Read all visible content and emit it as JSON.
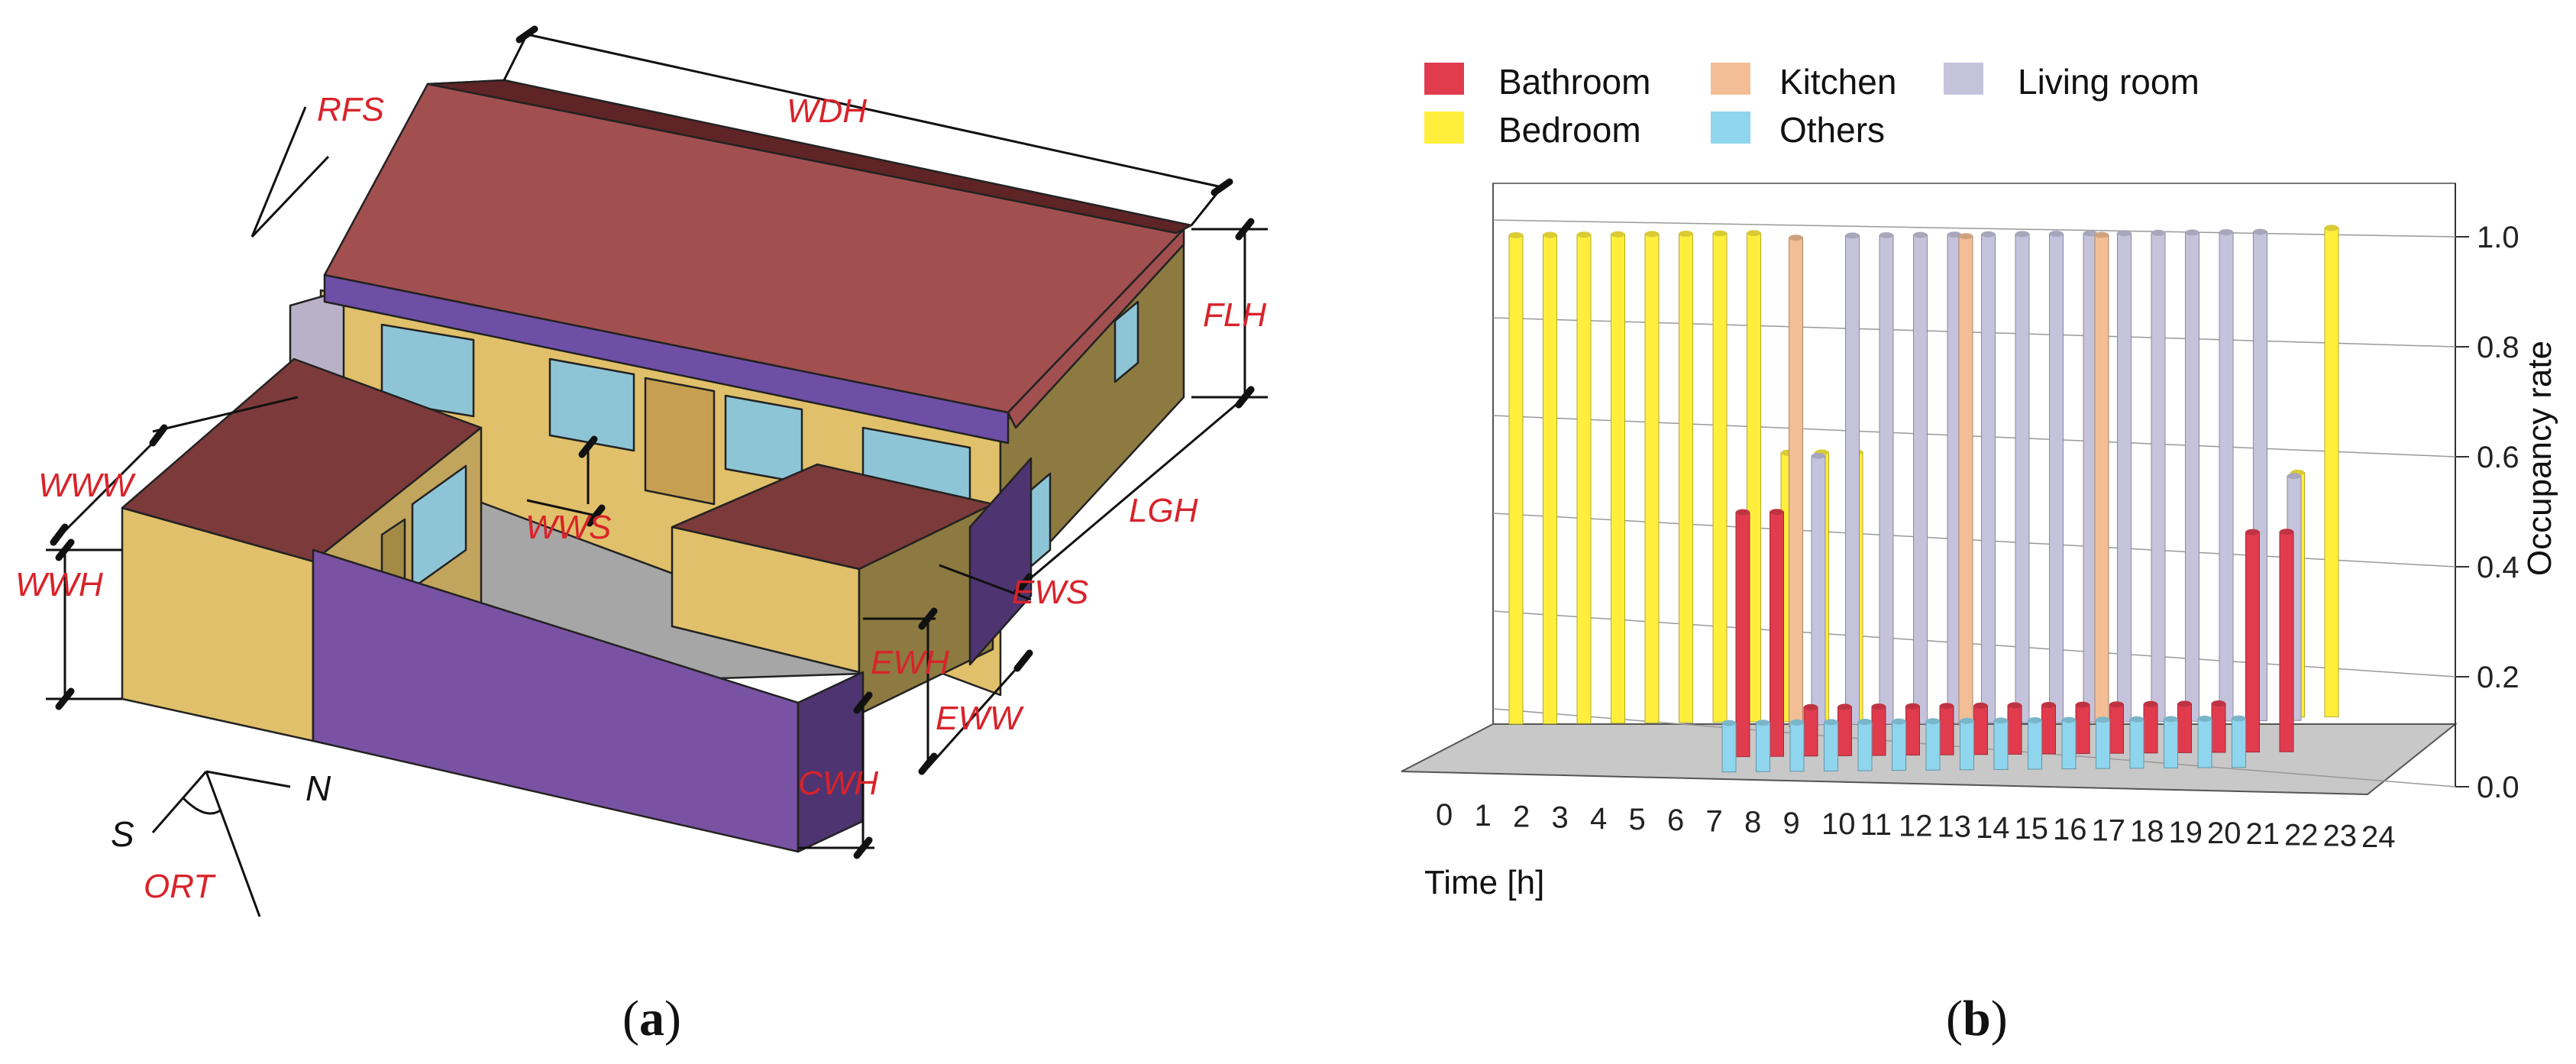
{
  "panel_a": {
    "label": "a",
    "dimension_labels": {
      "wdh": "WDH",
      "rfs": "RFS",
      "flh": "FLH",
      "www": "WWW",
      "wwh": "WWH",
      "wws": "WWS",
      "lgh": "LGH",
      "ews": "EWS",
      "ewh": "EWH",
      "eww": "EWW",
      "cwh": "CWH",
      "ort": "ORT"
    },
    "compass": {
      "north": "N",
      "south": "S"
    },
    "colors": {
      "roof": "#a24f50",
      "roof_dark": "#5e2426",
      "wall_tan": "#e0c06a",
      "wall_tan_dark": "#8c7a40",
      "wall_purple": "#7a52a4",
      "wall_purple_dark": "#4e3470",
      "glass": "#8ec5d6",
      "floor": "#a6a6a6",
      "label_red": "#d8232a"
    }
  },
  "panel_b": {
    "label": "b",
    "chart_data": {
      "type": "bar",
      "title": "",
      "xlabel": "Time [h]",
      "ylabel": "Occupancy rate",
      "x_categories": [
        "0",
        "1",
        "2",
        "3",
        "4",
        "5",
        "6",
        "7",
        "8",
        "9",
        "10",
        "11",
        "12",
        "13",
        "14",
        "15",
        "16",
        "17",
        "18",
        "19",
        "20",
        "21",
        "22",
        "23",
        "24"
      ],
      "ylim": [
        0.0,
        1.0
      ],
      "yticks": [
        "0.0",
        "0.2",
        "0.4",
        "0.6",
        "0.8",
        "1.0"
      ],
      "legend_position": "top",
      "grid": true,
      "series": [
        {
          "name": "Bathroom",
          "color": "#e03c4e",
          "values": [
            0,
            0,
            0,
            0,
            0,
            0,
            0.5,
            0.5,
            0.1,
            0.1,
            0.1,
            0.1,
            0.1,
            0.1,
            0.1,
            0.1,
            0.1,
            0.1,
            0.1,
            0.1,
            0.1,
            0.45,
            0.45,
            0,
            0
          ]
        },
        {
          "name": "Bedroom",
          "color": "#ffef3c",
          "values": [
            1.0,
            1.0,
            1.0,
            1.0,
            1.0,
            1.0,
            1.0,
            1.0,
            0.55,
            0.55,
            0.55,
            0,
            0,
            0,
            0,
            0,
            0,
            0,
            0,
            0,
            0,
            0,
            0,
            0.5,
            1.0
          ]
        },
        {
          "name": "Kitchen",
          "color": "#f3be95",
          "values": [
            0,
            0,
            0,
            0,
            0,
            0,
            0,
            1.0,
            0,
            0,
            0,
            0,
            1.0,
            0,
            0,
            0,
            1.0,
            0,
            0,
            0,
            0,
            0,
            0,
            0,
            0
          ]
        },
        {
          "name": "Others",
          "color": "#8fd5ee",
          "values": [
            0,
            0,
            0,
            0,
            0,
            0,
            0.1,
            0.1,
            0.1,
            0.1,
            0.1,
            0.1,
            0.1,
            0.1,
            0.1,
            0.1,
            0.1,
            0.1,
            0.1,
            0.1,
            0.1,
            0.1,
            0,
            0,
            0
          ]
        },
        {
          "name": "Living room",
          "color": "#c5c3dc",
          "values": [
            0,
            0,
            0,
            0,
            0,
            0,
            0,
            0,
            0.55,
            1.0,
            1.0,
            1.0,
            1.0,
            1.0,
            1.0,
            1.0,
            1.0,
            1.0,
            1.0,
            1.0,
            1.0,
            1.0,
            0.5,
            0,
            0
          ]
        }
      ]
    }
  }
}
